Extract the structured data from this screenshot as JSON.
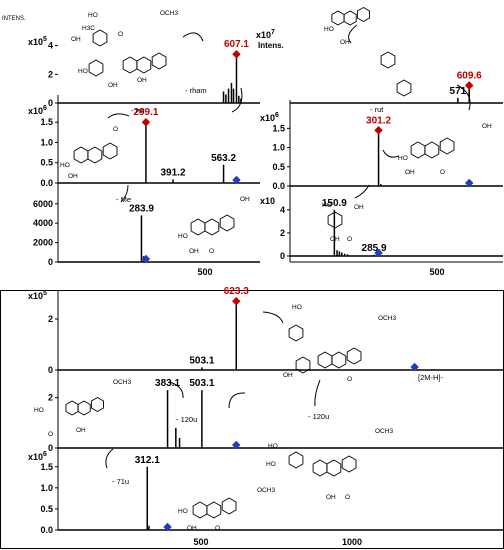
{
  "figure": {
    "corner_label": "INTENS."
  },
  "chart_data": [
    {
      "type": "bar",
      "id": "ms_A1",
      "exponent_label": "x10",
      "exponent_power": "5",
      "y_ticks": [
        "0",
        "2",
        "4"
      ],
      "x": [
        563,
        571,
        580,
        590,
        597,
        607.1,
        615,
        622
      ],
      "values": [
        0.8,
        0.6,
        1.0,
        1.4,
        1.0,
        3.4,
        0.5,
        0.3
      ],
      "peak_labels": [
        {
          "label": "607.1",
          "x": 607.1,
          "highlight": true
        }
      ],
      "annotations": [
        "- rham"
      ],
      "precursor": null
    },
    {
      "type": "bar",
      "id": "ms_A2",
      "exponent_label": "x10",
      "exponent_power": "6",
      "y_ticks": [
        "0.0",
        "0.5",
        "1.0",
        "1.5"
      ],
      "x": [
        299.1,
        391.2,
        563.2
      ],
      "values": [
        1.5,
        0.09,
        0.45
      ],
      "peak_labels": [
        {
          "label": "299.1",
          "x": 299.1,
          "highlight": true
        },
        {
          "label": "391.2",
          "x": 391.2,
          "highlight": false
        },
        {
          "label": "563.2",
          "x": 563.2,
          "highlight": false
        }
      ],
      "annotations": [
        "- rut"
      ],
      "precursor": {
        "x": 607.1
      }
    },
    {
      "type": "bar",
      "id": "ms_A3",
      "exponent_label": "",
      "exponent_power": "",
      "y_ticks": [
        "0",
        "2000",
        "4000",
        "6000"
      ],
      "x": [
        283.9,
        291
      ],
      "values": [
        4800,
        600
      ],
      "peak_labels": [
        {
          "label": "283.9",
          "x": 283.9,
          "highlight": false
        }
      ],
      "annotations": [
        "- Me"
      ],
      "precursor": {
        "x": 299.1
      }
    },
    {
      "type": "bar",
      "id": "ms_B1",
      "exponent_label": "",
      "exponent_power": "",
      "y_ticks": [],
      "axis_title": "Intens.",
      "exponent_label_2": "x10",
      "exponent_power_2": "7",
      "x": [
        571,
        609.6
      ],
      "values": [
        0.1,
        0.35
      ],
      "peak_labels": [
        {
          "label": "571",
          "x": 571,
          "highlight": false
        },
        {
          "label": "609.6",
          "x": 609.6,
          "highlight": true
        }
      ],
      "annotations": [],
      "precursor": null
    },
    {
      "type": "bar",
      "id": "ms_B2",
      "exponent_label": "x10",
      "exponent_power": "6",
      "y_ticks": [
        "0.0",
        "0.5",
        "1.0",
        "1.5"
      ],
      "x": [
        301.2,
        309
      ],
      "values": [
        1.45,
        0.05
      ],
      "peak_labels": [
        {
          "label": "301.2",
          "x": 301.2,
          "highlight": true
        }
      ],
      "annotations": [
        "- rut"
      ],
      "precursor": {
        "x": 609.6
      }
    },
    {
      "type": "bar",
      "id": "ms_B3",
      "exponent_label": "x10",
      "exponent_power": "",
      "y_ticks": [
        "0",
        "2",
        "4"
      ],
      "x": [
        150.9,
        160,
        168,
        176,
        186,
        196,
        285.9
      ],
      "values": [
        4.0,
        0.5,
        0.4,
        0.3,
        0.2,
        0.15,
        0.1
      ],
      "peak_labels": [
        {
          "label": "150.9",
          "x": 150.9,
          "highlight": false
        },
        {
          "label": "285.9",
          "x": 285.9,
          "highlight": false
        }
      ],
      "annotations": [],
      "precursor": {
        "x": 301.2
      }
    },
    {
      "type": "bar",
      "id": "ms_C1",
      "exponent_label": "x10",
      "exponent_power": "5",
      "y_ticks": [
        "0",
        "2"
      ],
      "x": [
        503.1,
        623.3
      ],
      "values": [
        0.1,
        2.7
      ],
      "peak_labels": [
        {
          "label": "503.1",
          "x": 503.1,
          "highlight": false
        },
        {
          "label": "623.3",
          "x": 623.3,
          "highlight": true
        }
      ],
      "annotations": [
        "[2M-H]-"
      ],
      "precursor": {
        "x": 1247
      }
    },
    {
      "type": "bar",
      "id": "ms_C2",
      "exponent_label": "",
      "exponent_power": "",
      "y_ticks": [
        "0",
        "2"
      ],
      "x": [
        383.1,
        412,
        425,
        503.1
      ],
      "values": [
        2.3,
        0.8,
        0.4,
        2.3
      ],
      "peak_labels": [
        {
          "label": "383.1",
          "x": 383.1,
          "highlight": false
        },
        {
          "label": "503.1",
          "x": 503.1,
          "highlight": false
        }
      ],
      "annotations": [
        "- 120u",
        "- 120u"
      ],
      "precursor": {
        "x": 623.3
      }
    },
    {
      "type": "bar",
      "id": "ms_C3",
      "exponent_label": "x10",
      "exponent_power": "6",
      "y_ticks": [
        "0.0",
        "0.5",
        "1.0",
        "1.5"
      ],
      "x": [
        312.1,
        318
      ],
      "values": [
        1.5,
        0.1
      ],
      "peak_labels": [
        {
          "label": "312.1",
          "x": 312.1,
          "highlight": false
        }
      ],
      "annotations": [
        "- 71u"
      ],
      "precursor": {
        "x": 383.1
      }
    }
  ],
  "x_axes": {
    "top": {
      "ticks": [
        "500"
      ]
    },
    "bottom": {
      "ticks": [
        "500",
        "1000"
      ]
    }
  },
  "structures": {
    "s1_labels": [
      "HO",
      "H3C",
      "OH",
      "OCH3",
      "O",
      "HO",
      "OH",
      "OH"
    ],
    "s2_labels": [
      "HO",
      "OH",
      "O"
    ],
    "s4_labels": [
      "HO",
      "OH",
      "OH",
      "O"
    ],
    "s5_labels": [
      "HO",
      "OH"
    ],
    "s6_labels": [
      "HO",
      "OH",
      "OH",
      "O"
    ],
    "s7_labels": [
      "HO",
      "OH",
      "OCH3",
      "O"
    ],
    "s8_labels": [
      "HO",
      "OH",
      "OCH3",
      "O"
    ],
    "s9_labels": [
      "HO",
      "HO",
      "OCH3",
      "OH",
      "O"
    ],
    "s10_labels": [
      "HO",
      "OH",
      "OCH3",
      "O"
    ]
  }
}
